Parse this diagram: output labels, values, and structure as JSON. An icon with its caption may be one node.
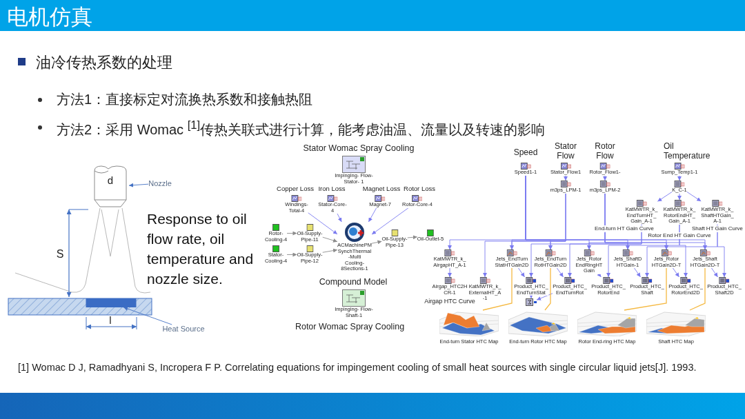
{
  "diagram": {
    "title": "电机仿真",
    "nodes": [
      {
        "text": [
          "Nozzle"
        ]
      },
      {
        "text": [],
        "shape": "cylinder"
      },
      {
        "text": [
          "Heat Source"
        ]
      },
      {
        "text": [],
        "shape": "bar"
      },
      {
        "text": [
          "Impinging- Flow-Stator- 1"
        ]
      },
      {
        "text": [
          "Windings- Total-4"
        ]
      },
      {
        "text": [
          "Stator-Core- 4"
        ]
      },
      {
        "text": [
          "Magnet-7"
        ]
      },
      {
        "text": [
          "Rotor-Core-4"
        ]
      },
      {
        "text": [
          "Rotor- Cooling-4"
        ]
      },
      {
        "text": [
          "Oil-Supply- Pipe-11"
        ]
      },
      {
        "text": [
          "Stator- Cooling-4"
        ]
      },
      {
        "text": [
          "Oil-Supply- Pipe-12"
        ]
      },
      {
        "text": [
          "ACMachinePM SynchThermal -Multi Cooling- 8Sections-1"
        ]
      },
      {
        "text": [
          "Oil-Supply- Pipe-13"
        ]
      },
      {
        "text": [
          "Oil-Outlet-5"
        ]
      },
      {
        "text": [
          "Impinging- Flow-Shaft-1"
        ]
      },
      {
        "text": [
          "Speed1-1"
        ]
      },
      {
        "text": [
          "Stator_Flow1"
        ]
      },
      {
        "text": [
          "m3ps_LPM-1"
        ]
      },
      {
        "text": [
          "Rotor_Flow1-"
        ]
      },
      {
        "text": [
          "m3ps_LPM-2"
        ]
      },
      {
        "text": [
          "Sump_Temp1-1"
        ]
      },
      {
        "text": [
          "K_C-1"
        ]
      },
      {
        "text": [
          "KatMWTR_k_ EndTurnHT_ Gain_A-1"
        ]
      },
      {
        "text": [
          "KatMWTR_k_ RotorEndHT_ Gain_A-1"
        ]
      },
      {
        "text": [
          "KatMWTR_k_ ShaftHTGain_ A-1"
        ]
      },
      {
        "text": [
          "KatMWTR_k_ AirgapHT_A-1"
        ]
      },
      {
        "text": [
          "Airgap_HTC2H CR-1"
        ]
      },
      {
        "text": [
          "KatMWTR_k_ ExternalHT_A -1"
        ]
      },
      {
        "text": [
          "Jets_EndTurn StatHTGain2D"
        ]
      },
      {
        "text": [
          "Jets_EndTurn RotHTGain2D"
        ]
      },
      {
        "text": [
          "Jets_Rotor EndRingHT Gain"
        ]
      },
      {
        "text": [
          "Jets_ShaftD HTGain-1"
        ]
      },
      {
        "text": [
          "Jets_Rotor HTGain2D-T"
        ]
      },
      {
        "text": [
          "Jets_Shaft HTGain2D-T"
        ]
      },
      {
        "text": [
          "Product_HTC_ EndTurnStat"
        ]
      },
      {
        "text": [
          "Product_HTC_ EndTurnRot"
        ]
      },
      {
        "text": [
          "Product_HTC_ RotorEnd"
        ]
      },
      {
        "text": [
          "Product_HTC_ Shaft"
        ]
      },
      {
        "text": [
          "Product_HTC_ RotorEnd2D"
        ]
      },
      {
        "text": [
          "Product_HTC_ Shaft2D"
        ]
      },
      {
        "text": [],
        "shape": "box"
      },
      {
        "text": [],
        "shape": "picture",
        "beside": [
          "End-turn Stator HTC Map"
        ]
      },
      {
        "text": [],
        "shape": "picture",
        "beside": [
          "End-turn Rotor HTC Map"
        ]
      },
      {
        "text": [],
        "shape": "picture",
        "beside": [
          "Rotor End-ring HTC Map"
        ]
      },
      {
        "text": [],
        "shape": "picture",
        "beside": [
          "Shaft HTC Map"
        ]
      }
    ],
    "edges": [
      {
        "from": 0,
        "to": 1,
        "arrow": "to",
        "color": "#4472c4"
      },
      {
        "from": 2,
        "to": 3,
        "arrow": "to",
        "color": "#4472c4"
      },
      {
        "from": 5,
        "to": 13,
        "arrow": "to"
      },
      {
        "from": 6,
        "to": 13,
        "arrow": "to"
      },
      {
        "from": 7,
        "to": 13,
        "arrow": "to"
      },
      {
        "from": 8,
        "to": 13,
        "arrow": "to"
      },
      {
        "from": 9,
        "to": 10,
        "arrow": "to",
        "color": "#8c8c8c"
      },
      {
        "from": 10,
        "to": 13,
        "arrow": "to",
        "color": "#8c8c8c"
      },
      {
        "from": 11,
        "to": 12,
        "arrow": "to",
        "color": "#8c8c8c"
      },
      {
        "from": 12,
        "to": 13,
        "arrow": "to",
        "color": "#8c8c8c"
      },
      {
        "from": 13,
        "to": 14,
        "arrow": "to",
        "color": "#8c8c8c"
      },
      {
        "from": 14,
        "to": 15,
        "arrow": "to",
        "color": "#8c8c8c"
      },
      {
        "from": 17,
        "to": 27,
        "arrow": "to"
      },
      {
        "from": 17,
        "to": 30,
        "arrow": "to"
      },
      {
        "from": 17,
        "to": 31,
        "arrow": "to"
      },
      {
        "from": 17,
        "to": 32,
        "arrow": "to"
      },
      {
        "from": 17,
        "to": 33,
        "arrow": "to"
      },
      {
        "from": 17,
        "to": 34,
        "arrow": "to"
      },
      {
        "from": 17,
        "to": 35,
        "arrow": "to"
      },
      {
        "from": 18,
        "to": 19,
        "arrow": "to"
      },
      {
        "from": 20,
        "to": 21,
        "arrow": "to"
      },
      {
        "from": 22,
        "to": 23,
        "arrow": "to"
      },
      {
        "from": 19,
        "to": 29,
        "arrow": "to"
      },
      {
        "from": 19,
        "to": 30,
        "arrow": "to"
      },
      {
        "from": 19,
        "to": 31,
        "arrow": "to"
      },
      {
        "from": 21,
        "to": 32,
        "arrow": "to"
      },
      {
        "from": 21,
        "to": 33,
        "arrow": "to"
      },
      {
        "from": 21,
        "to": 34,
        "arrow": "to"
      },
      {
        "from": 21,
        "to": 35,
        "arrow": "to"
      },
      {
        "from": 23,
        "to": 24,
        "arrow": "to"
      },
      {
        "from": 23,
        "to": 25,
        "arrow": "to"
      },
      {
        "from": 23,
        "to": 26,
        "arrow": "to"
      },
      {
        "from": 24,
        "to": 36,
        "arrow": "to"
      },
      {
        "from": 24,
        "to": 37,
        "arrow": "to"
      },
      {
        "from": 25,
        "to": 38,
        "arrow": "to"
      },
      {
        "from": 25,
        "to": 40,
        "arrow": "to"
      },
      {
        "from": 26,
        "to": 39,
        "arrow": "to"
      },
      {
        "from": 26,
        "to": 41,
        "arrow": "to"
      },
      {
        "from": 30,
        "to": 36,
        "arrow": "to"
      },
      {
        "from": 31,
        "to": 37,
        "arrow": "to"
      },
      {
        "from": 32,
        "to": 38,
        "arrow": "to"
      },
      {
        "from": 33,
        "to": 39,
        "arrow": "to"
      },
      {
        "from": 34,
        "to": 40,
        "arrow": "to"
      },
      {
        "from": 35,
        "to": 41,
        "arrow": "to"
      },
      {
        "from": 27,
        "to": 28,
        "arrow": "to"
      },
      {
        "from": 36,
        "to": 42,
        "arrow": "to"
      },
      {
        "from": 37,
        "to": 42,
        "arrow": "to"
      },
      {
        "from": 30,
        "to": 43,
        "arrow": "none",
        "color": "#f5b942"
      },
      {
        "from": 31,
        "to": 44,
        "arrow": "none",
        "color": "#f5b942"
      },
      {
        "from": 34,
        "to": 45,
        "arrow": "none",
        "color": "#f5b942"
      },
      {
        "from": 35,
        "to": 46,
        "arrow": "none",
        "color": "#f5b942"
      }
    ],
    "labels": [
      "油冷传热系数的处理",
      "方法1：直接标定对流换热系数和接触热阻",
      "方法2：采用 Womac $^{[1]}$传热关联式进行计算，能考虑油温、流量以及转速的影响",
      "d",
      "S",
      "l",
      "Response to oil flow rate, oil temperature and nozzle size.",
      "Stator  Womac Spray Cooling",
      "Copper Loss",
      "Iron Loss",
      "Magnet Loss",
      "Rotor Loss",
      "Compound Model",
      "Rotor  Womac  Spray Cooling",
      "Speed",
      "Stator Flow",
      "Rotor Flow",
      "Oil Temperature",
      "End-turn HT Gain Curve",
      "Rotor End HT Gain Curve",
      "Shaft HT Gain Curve",
      "Airgap HTC Curve",
      "[1] Womac D J, Ramadhyani S, Incropera F P. Correlating equations for impingement cooling of small heat sources with single circular liquid jets[J]. 1993."
    ]
  }
}
